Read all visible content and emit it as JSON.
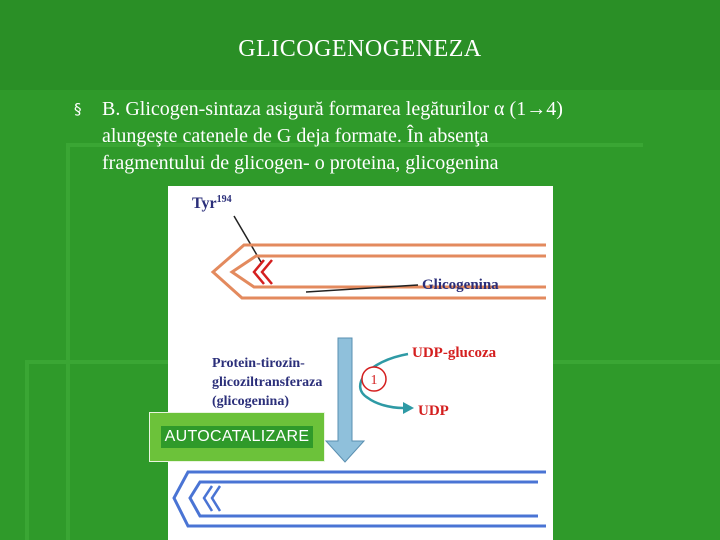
{
  "slide": {
    "title": "GLICOGENOGENEZA",
    "bullet_symbol": "§",
    "bullet_lines": [
      "B. Glicogen-sintaza asigură formarea legăturilor α (1→4)",
      "alungeşte catenele de G deja formate. În absenţa",
      "fragmentului de glicogen- o proteina, glicogenina"
    ]
  },
  "figure": {
    "tyr_label": "Tyr",
    "tyr_sup": "194",
    "glycogenin_label": "Glicogenina",
    "enzyme_lines": [
      "Protein-tirozin-",
      "glicoziltransferaza",
      "(glicogenina)"
    ],
    "step_number": "1",
    "udp_glucose_label": "UDP-glucoza",
    "udp_label": "UDP",
    "autocatalysis_label": "AUTOCATALIZARE"
  },
  "colors": {
    "background": "#2f9a2a",
    "label_navy": "#2b2f7a",
    "label_red": "#d41f1f",
    "protein_orange": "#e38a5e",
    "protein_blue": "#4a74d4",
    "arrow_blue": "#8fc0db",
    "autocat_box": "#6cc23a"
  }
}
